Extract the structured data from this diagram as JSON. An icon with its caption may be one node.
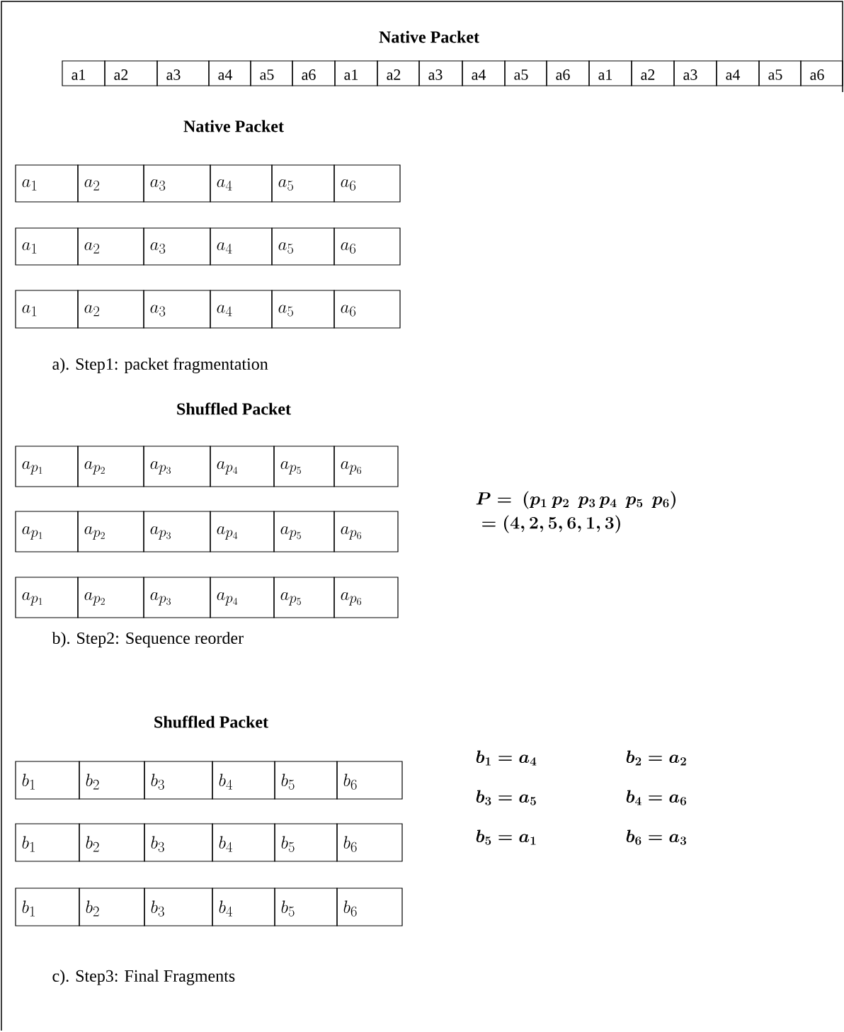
{
  "diagram": {
    "labels": [
      "Native Packet",
      "a1",
      "a2",
      "a3",
      "a4",
      "a5",
      "a6",
      "a1",
      "a2",
      "a3",
      "a4",
      "a5",
      "a6",
      "a1",
      "a2",
      "a3",
      "a4",
      "a5",
      "a6",
      "Native Packet",
      "a_1",
      "a_2",
      "a_3",
      "a_4",
      "a_5",
      "a_6",
      "a_1",
      "a_2",
      "a_3",
      "a_4",
      "a_5",
      "a_6",
      "a_1",
      "a_2",
      "a_3",
      "a_4",
      "a_5",
      "a_6",
      "a). Step1: packet fragmentation",
      "Shuffled Packet",
      "a_{p_1}",
      "a_{p_2}",
      "a_{p_3}",
      "a_{p_4}",
      "a_{p_5}",
      "a_{p_6}",
      "P = \\ (p_1\\ p_2\\ \\ p_3\\, p_4\\ \\ p_5\\ \\ p_6)",
      "= (4, 2, 5, 6, 1, 3)",
      "a_{p_1}",
      "a_{p_2}",
      "a_{p_3}",
      "a_{p_4}",
      "a_{p_5}",
      "a_{p_6}",
      "a_{p_1}",
      "a_{p_2}",
      "a_{p_3}",
      "a_{p_4}",
      "a_{p_5}",
      "a_{p_6}",
      "b). Step2: Sequence reorder",
      "Shuffled Packet",
      "b_1",
      "b_2",
      "b_3",
      "b_4",
      "b_5",
      "b_6",
      "b_1 = a_4",
      "b_2 = a_2",
      "b_1",
      "b_2",
      "b_3",
      "b_4",
      "b_5",
      "b_6",
      "b_3 = a_5",
      "b_4 = a_6",
      "b_1",
      "b_2",
      "b_3",
      "b_4",
      "b_5",
      "b_6",
      "b_5 = a_1",
      "b_6 = a_3",
      "c). Step3: Final Fragments"
    ]
  }
}
